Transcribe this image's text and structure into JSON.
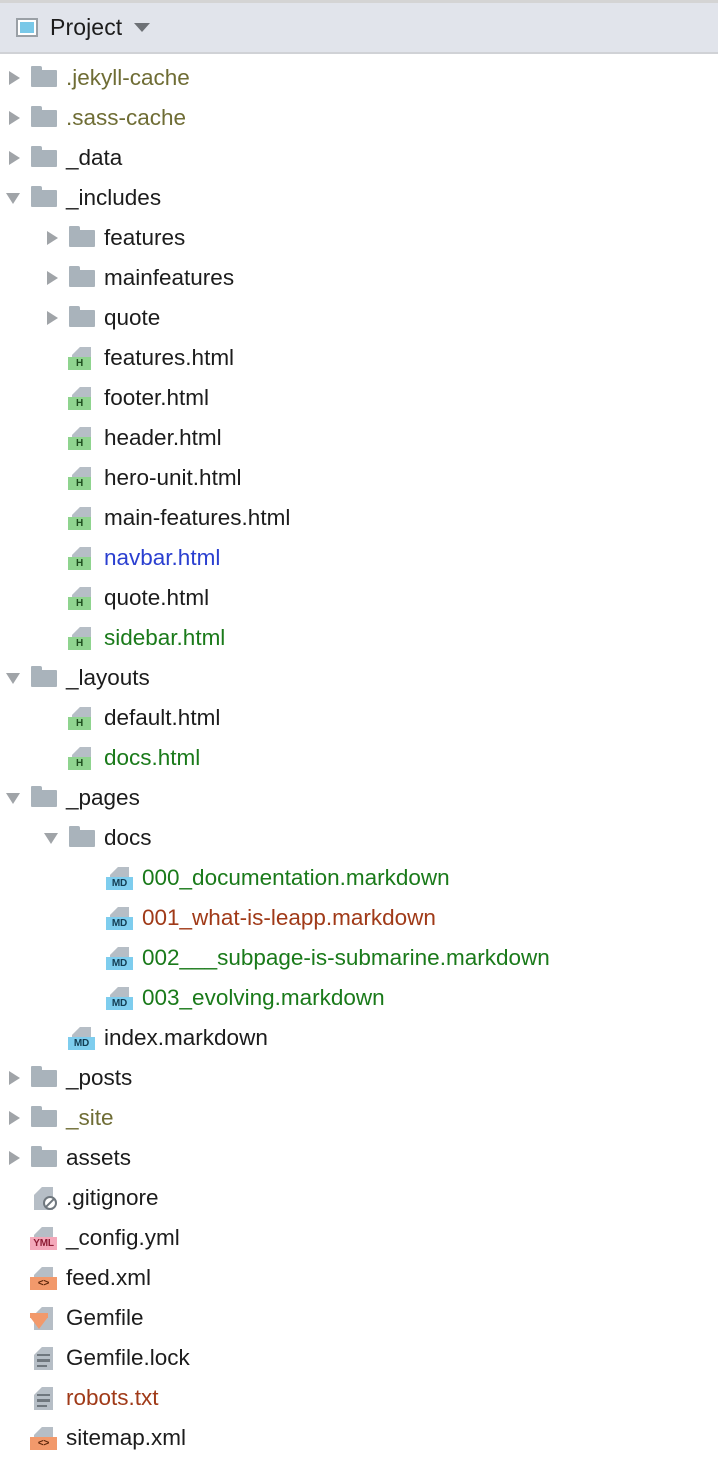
{
  "header": {
    "icon": "project-window-icon",
    "title": "Project",
    "caret": "chevron-down-icon"
  },
  "colors": {
    "header_bg": "#e1e4eb",
    "folder": "#a9b3bb",
    "default_text": "#1c1c1c",
    "ignored_text": "#6f6d35",
    "added_text": "#1a7a1a",
    "modified_text": "#2a3fd0",
    "unknown_text": "#a03a18",
    "badge_html": "#8fd48f",
    "badge_md": "#7ecdee",
    "badge_yml": "#f4a8ba",
    "badge_xml": "#f2996b"
  },
  "tree": [
    {
      "label": ".jekyll-cache",
      "indent": 1,
      "twisty": "closed",
      "icon": "folder-icon",
      "status": "ignored"
    },
    {
      "label": ".sass-cache",
      "indent": 1,
      "twisty": "closed",
      "icon": "folder-icon",
      "status": "ignored"
    },
    {
      "label": "_data",
      "indent": 1,
      "twisty": "closed",
      "icon": "folder-icon",
      "status": "default"
    },
    {
      "label": "_includes",
      "indent": 1,
      "twisty": "open",
      "icon": "folder-icon",
      "status": "default"
    },
    {
      "label": "features",
      "indent": 2,
      "twisty": "closed",
      "icon": "folder-icon",
      "status": "default"
    },
    {
      "label": "mainfeatures",
      "indent": 2,
      "twisty": "closed",
      "icon": "folder-icon",
      "status": "default"
    },
    {
      "label": "quote",
      "indent": 2,
      "twisty": "closed",
      "icon": "folder-icon",
      "status": "default"
    },
    {
      "label": "features.html",
      "indent": 2,
      "twisty": "none",
      "icon": "html-file-icon",
      "status": "default"
    },
    {
      "label": "footer.html",
      "indent": 2,
      "twisty": "none",
      "icon": "html-file-icon",
      "status": "default"
    },
    {
      "label": "header.html",
      "indent": 2,
      "twisty": "none",
      "icon": "html-file-icon",
      "status": "default"
    },
    {
      "label": "hero-unit.html",
      "indent": 2,
      "twisty": "none",
      "icon": "html-file-icon",
      "status": "default"
    },
    {
      "label": "main-features.html",
      "indent": 2,
      "twisty": "none",
      "icon": "html-file-icon",
      "status": "default"
    },
    {
      "label": "navbar.html",
      "indent": 2,
      "twisty": "none",
      "icon": "html-file-icon",
      "status": "modified"
    },
    {
      "label": "quote.html",
      "indent": 2,
      "twisty": "none",
      "icon": "html-file-icon",
      "status": "default"
    },
    {
      "label": "sidebar.html",
      "indent": 2,
      "twisty": "none",
      "icon": "html-file-icon",
      "status": "added"
    },
    {
      "label": "_layouts",
      "indent": 1,
      "twisty": "open",
      "icon": "folder-icon",
      "status": "default"
    },
    {
      "label": "default.html",
      "indent": 2,
      "twisty": "none",
      "icon": "html-file-icon",
      "status": "default"
    },
    {
      "label": "docs.html",
      "indent": 2,
      "twisty": "none",
      "icon": "html-file-icon",
      "status": "added"
    },
    {
      "label": "_pages",
      "indent": 1,
      "twisty": "open",
      "icon": "folder-icon",
      "status": "default"
    },
    {
      "label": "docs",
      "indent": 2,
      "twisty": "open",
      "icon": "folder-icon",
      "status": "default"
    },
    {
      "label": "000_documentation.markdown",
      "indent": 3,
      "twisty": "none",
      "icon": "markdown-file-icon",
      "status": "added"
    },
    {
      "label": "001_what-is-leapp.markdown",
      "indent": 3,
      "twisty": "none",
      "icon": "markdown-file-icon",
      "status": "unknown"
    },
    {
      "label": "002___subpage-is-submarine.markdown",
      "indent": 3,
      "twisty": "none",
      "icon": "markdown-file-icon",
      "status": "added"
    },
    {
      "label": "003_evolving.markdown",
      "indent": 3,
      "twisty": "none",
      "icon": "markdown-file-icon",
      "status": "added"
    },
    {
      "label": "index.markdown",
      "indent": 2,
      "twisty": "none",
      "icon": "markdown-file-icon",
      "status": "default"
    },
    {
      "label": "_posts",
      "indent": 1,
      "twisty": "closed",
      "icon": "folder-icon",
      "status": "default"
    },
    {
      "label": "_site",
      "indent": 1,
      "twisty": "closed",
      "icon": "folder-icon",
      "status": "ignored"
    },
    {
      "label": "assets",
      "indent": 1,
      "twisty": "closed",
      "icon": "folder-icon",
      "status": "default"
    },
    {
      "label": ".gitignore",
      "indent": 1,
      "twisty": "none",
      "icon": "gitignore-file-icon",
      "status": "default"
    },
    {
      "label": "_config.yml",
      "indent": 1,
      "twisty": "none",
      "icon": "yml-file-icon",
      "status": "default"
    },
    {
      "label": "feed.xml",
      "indent": 1,
      "twisty": "none",
      "icon": "xml-file-icon",
      "status": "default"
    },
    {
      "label": "Gemfile",
      "indent": 1,
      "twisty": "none",
      "icon": "ruby-gemfile-icon",
      "status": "default"
    },
    {
      "label": "Gemfile.lock",
      "indent": 1,
      "twisty": "none",
      "icon": "text-file-icon",
      "status": "default"
    },
    {
      "label": "robots.txt",
      "indent": 1,
      "twisty": "none",
      "icon": "text-file-icon",
      "status": "unknown"
    },
    {
      "label": "sitemap.xml",
      "indent": 1,
      "twisty": "none",
      "icon": "xml-file-icon",
      "status": "default"
    }
  ],
  "badge_text": {
    "html": "H",
    "markdown": "MD",
    "yml": "YML",
    "xml": "<>"
  }
}
